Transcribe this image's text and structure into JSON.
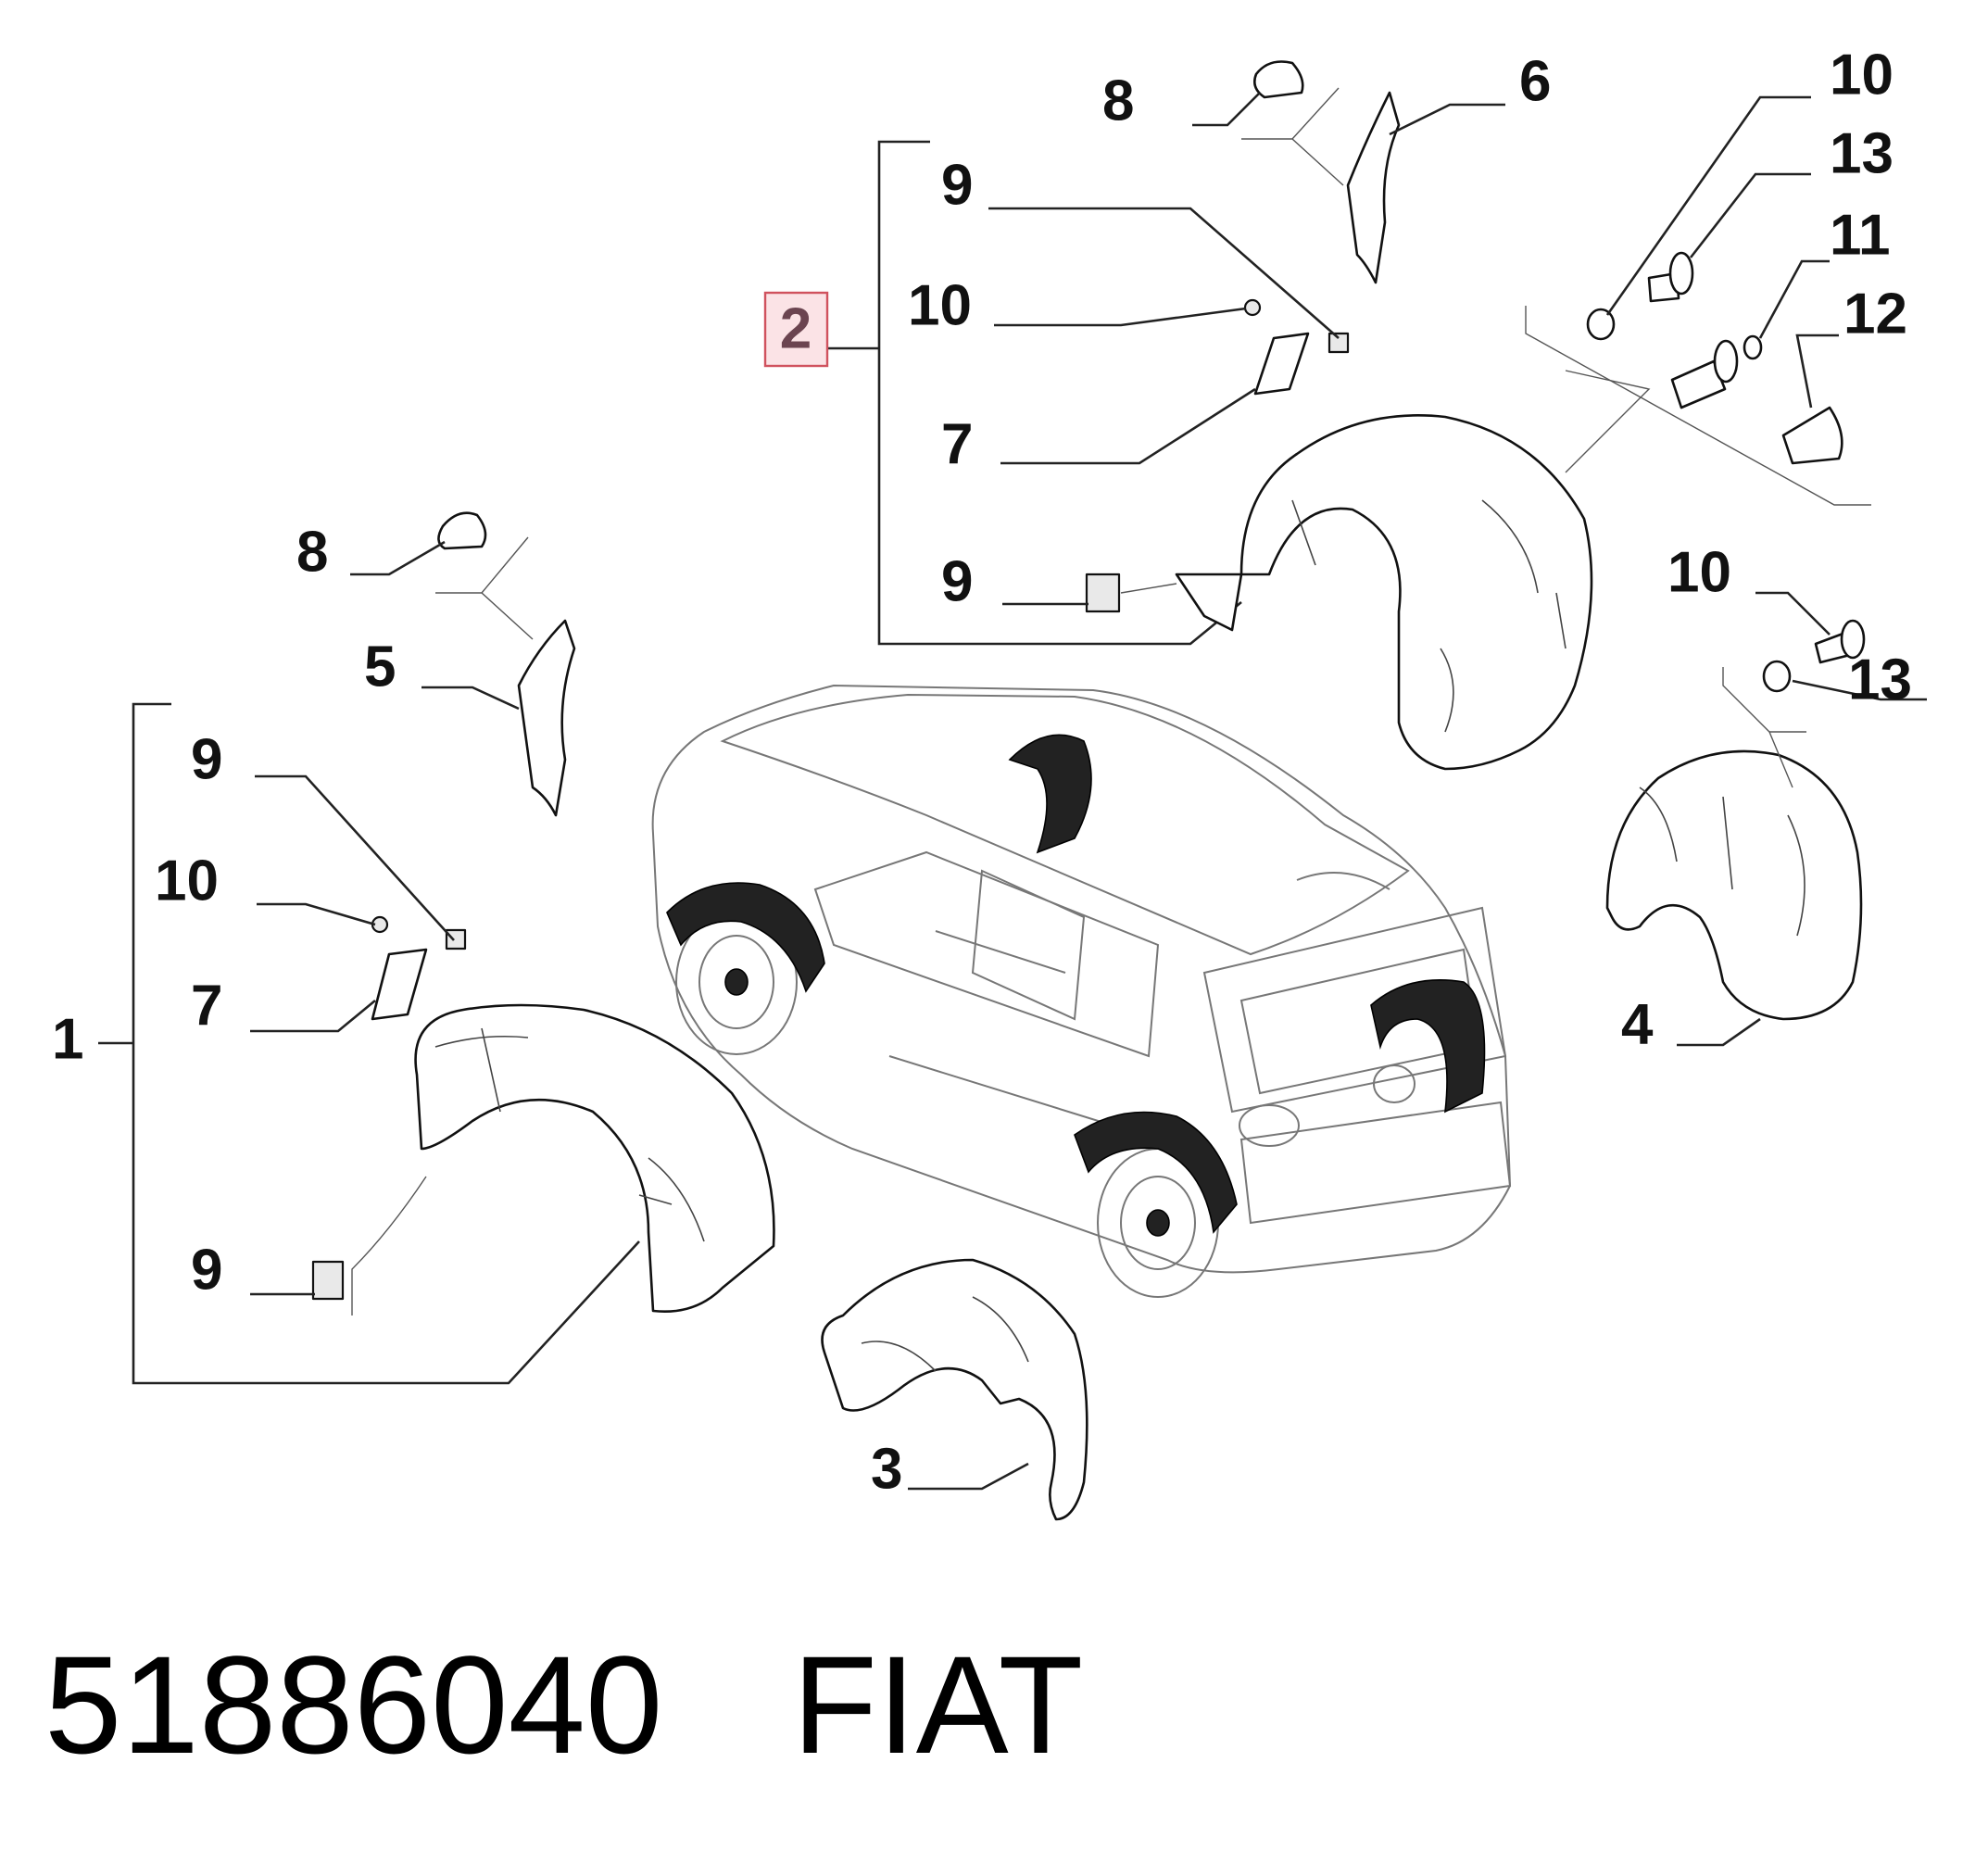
{
  "highlight_color": "#d0525e",
  "callouts": {
    "group_front_left": "1",
    "group_highlighted": "2",
    "part_3": "3",
    "part_4": "4",
    "part_5": "5",
    "part_6": "6",
    "part_7_left": "7",
    "part_7_right": "7",
    "part_8_left": "8",
    "part_8_right": "8",
    "part_9_left_a": "9",
    "part_9_left_b": "9",
    "part_9_right_a": "9",
    "part_9_right_b": "9",
    "part_10_left": "10",
    "part_10_right": "10",
    "part_10_top": "10",
    "part_10_rear": "10",
    "part_11": "11",
    "part_12": "12",
    "part_13_top": "13",
    "part_13_rear": "13"
  },
  "caption": {
    "part_number": "51886040",
    "brand": "FIAT"
  }
}
